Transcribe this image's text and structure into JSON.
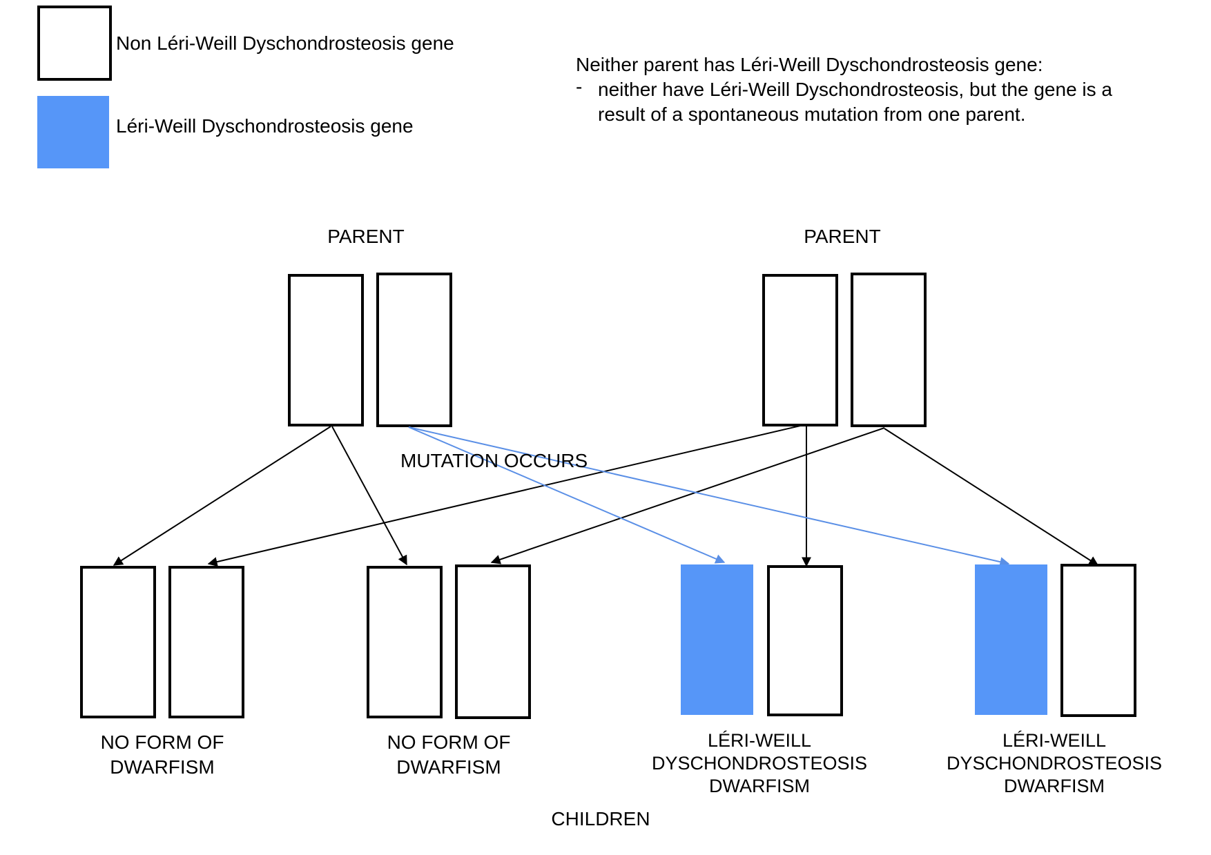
{
  "legend": {
    "non_gene_label": "Non Léri-Weill Dyschondrosteosis gene",
    "gene_label": "Léri-Weill Dyschondrosteosis gene"
  },
  "note": {
    "heading": "Neither parent has Léri-Weill Dyschondrosteosis gene:",
    "bullet": "-",
    "line1": "neither have Léri-Weill Dyschondrosteosis, but the gene is a",
    "line2": "result of a spontaneous mutation from one parent."
  },
  "parents": {
    "left_label": "PARENT",
    "right_label": "PARENT"
  },
  "mutation_label": "MUTATION OCCURS",
  "children": {
    "group_label": "CHILDREN",
    "items": [
      {
        "line1": "NO FORM OF",
        "line2": "DWARFISM",
        "line3": ""
      },
      {
        "line1": "NO FORM OF",
        "line2": "DWARFISM",
        "line3": ""
      },
      {
        "line1": "LÉRI-WEILL",
        "line2": "DYSCHONDROSTEOSIS",
        "line3": "DWARFISM"
      },
      {
        "line1": "LÉRI-WEILL",
        "line2": "DYSCHONDROSTEOSIS",
        "line3": "DWARFISM"
      }
    ]
  },
  "colors": {
    "gene": "#5696f8",
    "mutation_arrow": "#5a8fe6",
    "normal_arrow": "#000000"
  }
}
